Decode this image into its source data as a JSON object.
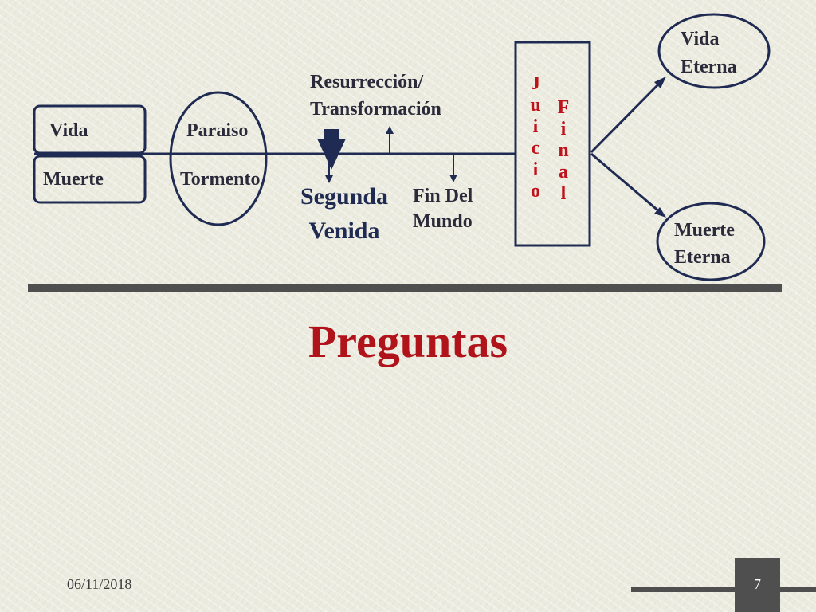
{
  "diagram": {
    "vida": "Vida",
    "muerte": "Muerte",
    "paraiso": "Paraiso",
    "tormento": "Tormento",
    "resurreccion": "Resurrección/",
    "transformacion": "Transformación",
    "segunda": "Segunda",
    "venida": "Venida",
    "fin_del": "Fin Del",
    "mundo": "Mundo",
    "juicio_letters": [
      "J",
      "u",
      "i",
      "c",
      "i",
      "o"
    ],
    "final_letters": [
      "F",
      "i",
      "n",
      "a",
      "l"
    ],
    "vida_eterna_1": "Vida",
    "vida_eterna_2": "Eterna",
    "muerte_eterna_1": "Muerte",
    "muerte_eterna_2": "Eterna"
  },
  "title": "Preguntas",
  "footer": {
    "date": "06/11/2018",
    "page": "7"
  },
  "colors": {
    "title": "#b0131a",
    "juicio_final": "#c0121b",
    "lines": "#1f2b52",
    "rule": "#4f4f4f"
  }
}
